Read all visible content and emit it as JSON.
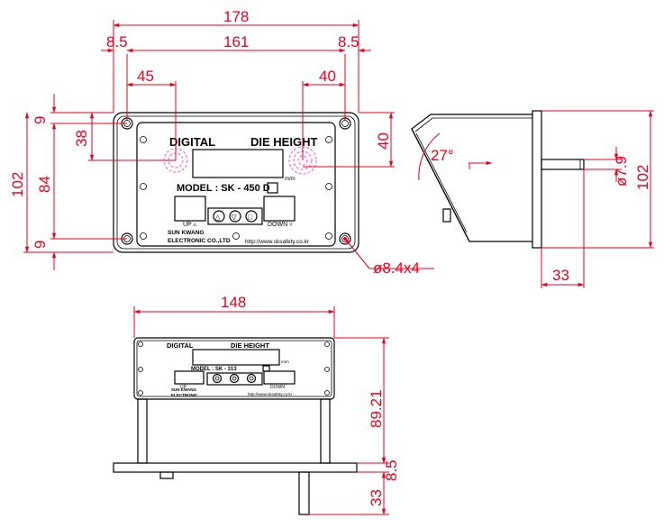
{
  "panel": {
    "title_left": "DIGITAL",
    "title_right": "DIE HEIGHT",
    "model": "MODEL : SK - 450 D",
    "unit": "m/m",
    "up_label": "UP ▵",
    "down_label": "DOWN ▿",
    "maker_line1": "SUN KWANG",
    "maker_line2": "ELECTRONIC  CO.,LTD",
    "url": "http://www.sksafety.co.kr",
    "button_up": "△",
    "button_down": "▽",
    "button_set": "□"
  },
  "bottom_panel": {
    "title_left": "DIGITAL",
    "title_right": "DIE   HEIGHT",
    "model": "MODEL : SK - 313",
    "unit": "m/m",
    "up_label": "UP",
    "down_label": "DOWN",
    "maker_line1": "SUN KWANG",
    "maker_line2": "ELECTRONIC",
    "url": "http://www.sksafety.co.kr"
  },
  "dimensions": {
    "overall_width": "178",
    "left_margin": "8.5",
    "hole_pitch": "161",
    "right_margin": "8.5",
    "display_left_offset": "45",
    "display_right_offset": "40",
    "top_margin": "9",
    "display_top_offset": "38",
    "overall_height": "102",
    "hole_vertical_pitch": "84",
    "bottom_margin": "9",
    "right_display_offset": "40",
    "hole_callout": "ø8.4x4",
    "tilt_angle": "27°",
    "shaft_diameter": "ø7.9",
    "side_height": "102",
    "shaft_length": "33",
    "bottom_width": "148",
    "bottom_height": "89.21",
    "flange_thickness": "8.5",
    "bottom_shaft_length": "33"
  }
}
